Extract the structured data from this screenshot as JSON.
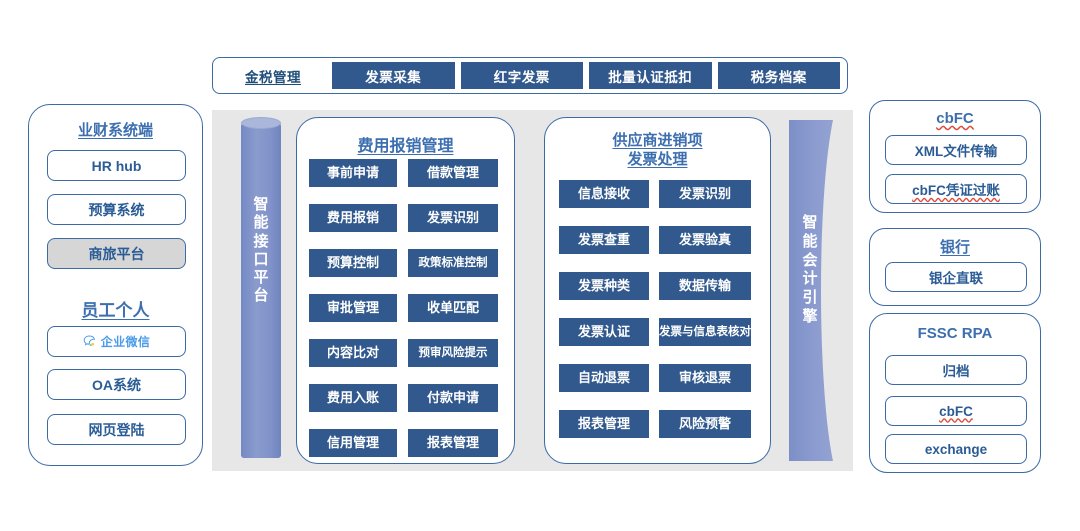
{
  "top_nav": {
    "title": "金税管理",
    "items": [
      "发票采集",
      "红字发票",
      "批量认证抵扣",
      "税务档案"
    ]
  },
  "left_sidebar": {
    "title": "业财系统端",
    "systems": [
      "HR hub",
      "预算系统",
      "商旅平台"
    ],
    "employee_title": "员工个人",
    "employee_items": [
      "企业微信",
      "OA系统",
      "网页登陆"
    ],
    "wechat_icon": "wechat-work-icon"
  },
  "interface_platform": {
    "label": "智能接口平台"
  },
  "accounting_engine": {
    "label": "智能会计引擎"
  },
  "expense_panel": {
    "title": "费用报销管理",
    "left_col": [
      "事前申请",
      "费用报销",
      "预算控制",
      "审批管理",
      "内容比对",
      "费用入账",
      "信用管理"
    ],
    "right_col": [
      "借款管理",
      "发票识别",
      "政策标准\n控制",
      "收单匹配",
      "预审风险\n提示",
      "付款申请",
      "报表管理"
    ]
  },
  "supplier_panel": {
    "title_line1": "供应商进销项",
    "title_line2": "发票处理",
    "left_col": [
      "信息接收",
      "发票查重",
      "发票种类",
      "发票认证",
      "自动退票",
      "报表管理"
    ],
    "right_col": [
      "发票识别",
      "发票验真",
      "数据传输",
      "发票与信息表\n核对",
      "审核退票",
      "风险预警"
    ]
  },
  "right_sidebar": {
    "cbfc": {
      "title": "cbFC",
      "items": [
        "XML文件传输",
        "cbFC凭证过账"
      ]
    },
    "bank": {
      "title": "银行",
      "items": [
        "银企直联"
      ]
    },
    "rpa": {
      "title": "FSSC RPA",
      "items": [
        "归档",
        "cbFC",
        "exchange"
      ]
    }
  },
  "colors": {
    "chip_blue": "#31598E",
    "outline_blue": "#3b6ba5",
    "title_blue": "#3d6fb0",
    "panel_gray": "#e7e7e7",
    "cylinder": "#8193c9",
    "wechat_blue": "#4a9ce8",
    "selected_gray": "#d6d6d6"
  }
}
